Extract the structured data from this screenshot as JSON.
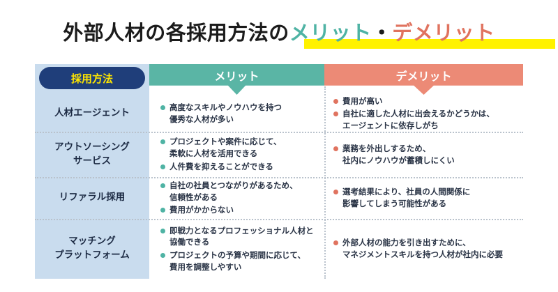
{
  "title": {
    "main": "外部人材の各採用方法の",
    "merit": "メリット",
    "separator": "・",
    "demerit": "デメリット"
  },
  "headers": {
    "method": "採用方法",
    "merit": "メリット",
    "demerit": "デメリット"
  },
  "colors": {
    "navy": "#1f3e7a",
    "yellow": "#ffe600",
    "teal": "#5ab5a5",
    "salmon": "#ec8a76",
    "light_blue": "#c9dcee"
  },
  "rows": [
    {
      "category": [
        "人材エージェント"
      ],
      "merits": [
        [
          "高度なスキルやノウハウを持つ",
          "優秀な人材が多い"
        ]
      ],
      "demerits": [
        [
          "費用が高い"
        ],
        [
          "自社に適した人材に出会えるかどうかは、",
          "エージェントに依存しがち"
        ]
      ]
    },
    {
      "category": [
        "アウトソーシング",
        "サービス"
      ],
      "merits": [
        [
          "プロジェクトや案件に応じて、",
          "柔軟に人材を活用できる"
        ],
        [
          "人件費を抑えることができる"
        ]
      ],
      "demerits": [
        [
          "業務を外出しするため、",
          "社内にノウハウが蓄積しにくい"
        ]
      ]
    },
    {
      "category": [
        "リファラル採用"
      ],
      "merits": [
        [
          "自社の社員とつながりがあるため、",
          "信頼性がある"
        ],
        [
          "費用がかからない"
        ]
      ],
      "demerits": [
        [
          "選考結果により、社員の人間関係に",
          "影響してしまう可能性がある"
        ]
      ]
    },
    {
      "category": [
        "マッチング",
        "プラットフォーム"
      ],
      "merits": [
        [
          "即戦力となるプロフェッショナル人材と",
          "協働できる"
        ],
        [
          "プロジェクトの予算や期間に応じて、",
          "費用を調整しやすい"
        ]
      ],
      "demerits": [
        [
          "外部人材の能力を引き出すために、",
          "マネジメントスキルを持つ人材が社内に必要"
        ]
      ]
    }
  ]
}
